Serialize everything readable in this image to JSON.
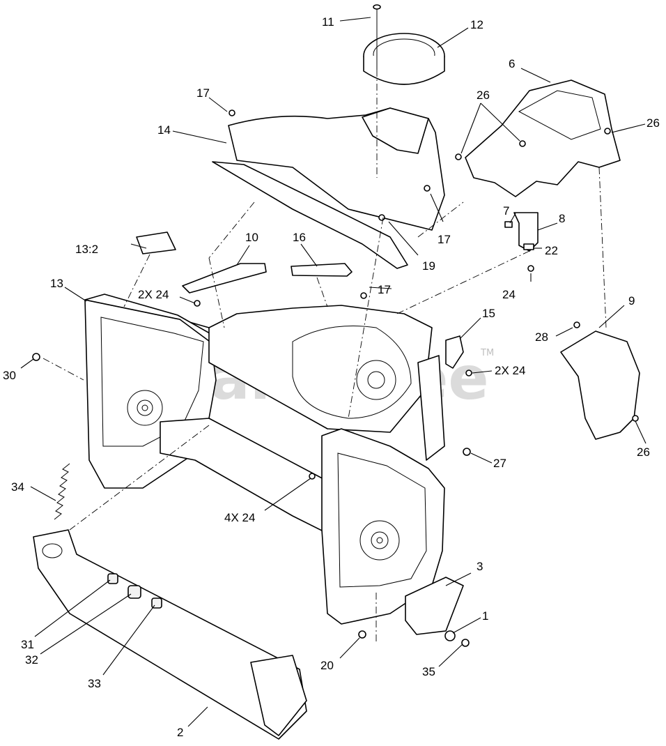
{
  "watermark": {
    "text": "PartsTree",
    "trademark": "TM"
  },
  "callouts": {
    "c1": "1",
    "c2": "2",
    "c3": "3",
    "c6": "6",
    "c7": "7",
    "c8": "8",
    "c9": "9",
    "c10": "10",
    "c11": "11",
    "c12": "12",
    "c13": "13",
    "c13b": "13:2",
    "c14": "14",
    "c15": "15",
    "c16": "16",
    "c17a": "17",
    "c17b": "17",
    "c17c": "17",
    "c19": "19",
    "c20": "20",
    "c22": "22",
    "c24a": "2X 24",
    "c24b": "24",
    "c24c": "2X 24",
    "c24d": "4X 24",
    "c26a": "26",
    "c26b": "26",
    "c26c": "26",
    "c27": "27",
    "c28": "28",
    "c30": "30",
    "c31": "31",
    "c32": "32",
    "c33": "33",
    "c34": "34",
    "c35": "35"
  }
}
